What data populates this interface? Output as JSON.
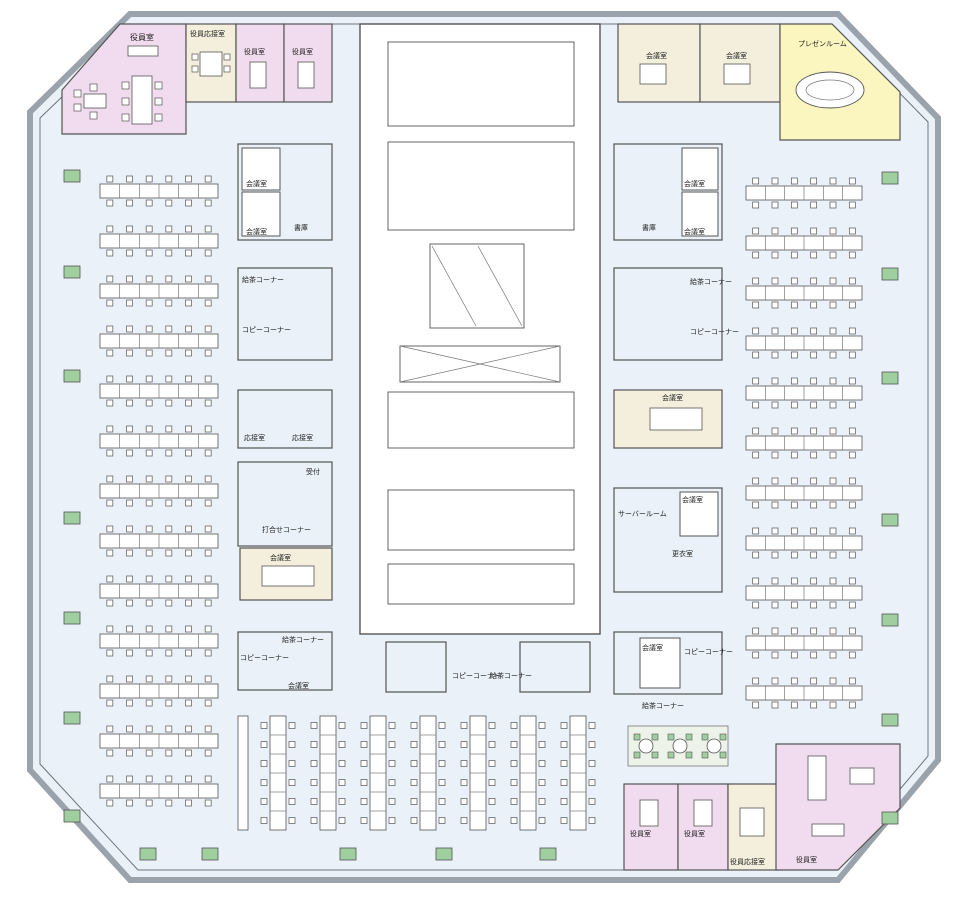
{
  "colors": {
    "floor": "#eaf1f8",
    "outer_wall": "#9aa3ab",
    "executive_room": "#f1dcef",
    "reception_room": "#f4efdc",
    "presentation_room": "#fbf6bf",
    "column": "#9fcf9f",
    "line": "#555555"
  },
  "rooms": {
    "exec_nw": "役員室",
    "exec_reception_nw": "役員応接室",
    "exec_small_1": "役員室",
    "exec_small_2": "役員室",
    "meeting_ne_1": "会議室",
    "meeting_ne_2": "会議室",
    "presentation": "プレゼンルーム",
    "meeting_left_1": "会議室",
    "meeting_left_2": "会議室",
    "storage_left": "書庫",
    "pantry_left": "給茶コーナー",
    "copy_left": "コピーコーナー",
    "reception_left_1": "応接室",
    "reception_left_2": "応接室",
    "reception_desk": "受付",
    "meeting_corner": "打合せコーナー",
    "meeting_left_3": "会議室",
    "pantry_bottom_left": "給茶コーナー",
    "copy_bottom_left": "コピーコーナー",
    "meeting_bottom_left": "会議室",
    "copy_center": "コピーコーナー",
    "pantry_center": "給茶コーナー",
    "meeting_right_1": "会議室",
    "meeting_right_2": "会議室",
    "storage_right": "書庫",
    "pantry_right": "給茶コーナー",
    "copy_right": "コピーコーナー",
    "meeting_right_3": "会議室",
    "meeting_right_4": "会議室",
    "server_room": "サーバールーム",
    "locker_room": "更衣室",
    "meeting_bottom_right": "会議室",
    "copy_bottom_right": "コピーコーナー",
    "pantry_bottom_right": "給茶コーナー",
    "exec_small_se_1": "役員室",
    "exec_small_se_2": "役員室",
    "exec_reception_se": "役員応接室",
    "exec_se": "役員室"
  },
  "layout": {
    "left_desk_rows": 13,
    "right_desk_rows": 11,
    "bottom_desk_columns": 7,
    "desk_units_per_row": 6
  }
}
